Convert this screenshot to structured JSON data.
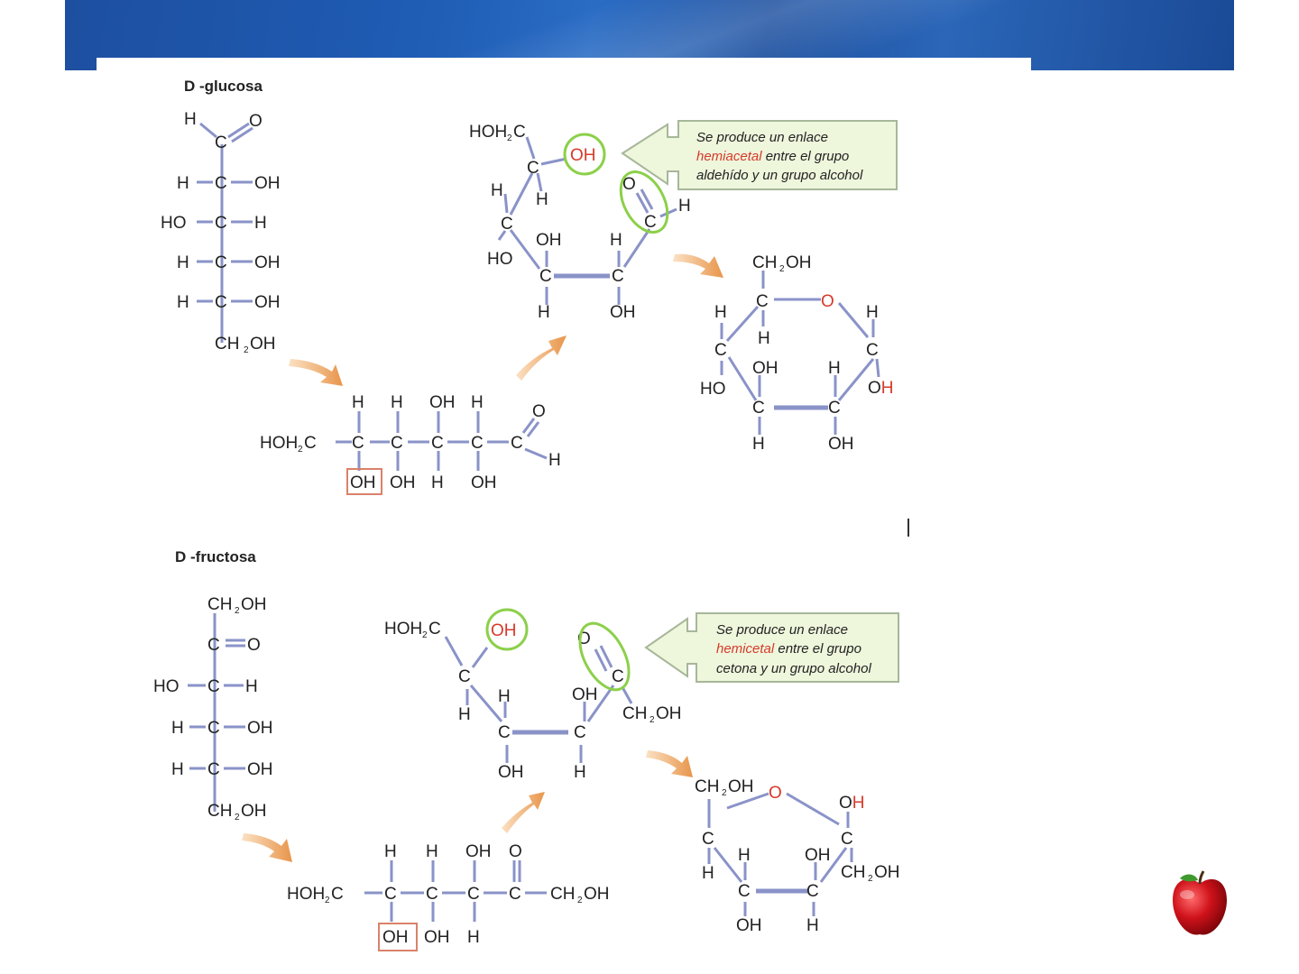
{
  "glucose": {
    "name": "D -glucosa",
    "callout": {
      "line1": "Se produce un enlace",
      "highlight": "hemiacetal",
      "line2_rest": " entre el grupo",
      "line3": "aldehído y un grupo alcohol"
    }
  },
  "fructose": {
    "name": "D -fructosa",
    "callout": {
      "line1": "Se produce un enlace",
      "highlight": "hemicetal",
      "line2_rest": " entre el grupo",
      "line3": "cetona y un grupo alcohol"
    }
  },
  "colors": {
    "bond": "#8a93c8",
    "text": "#222222",
    "oxygen_red": "#d63a2a",
    "highlight_circle": "#8cd04a",
    "callout_fill": "#eef6dc",
    "callout_border": "#a7b79a",
    "arrow": "#e8954a",
    "box": "#d9826a",
    "banner": "#1f5cb4"
  }
}
